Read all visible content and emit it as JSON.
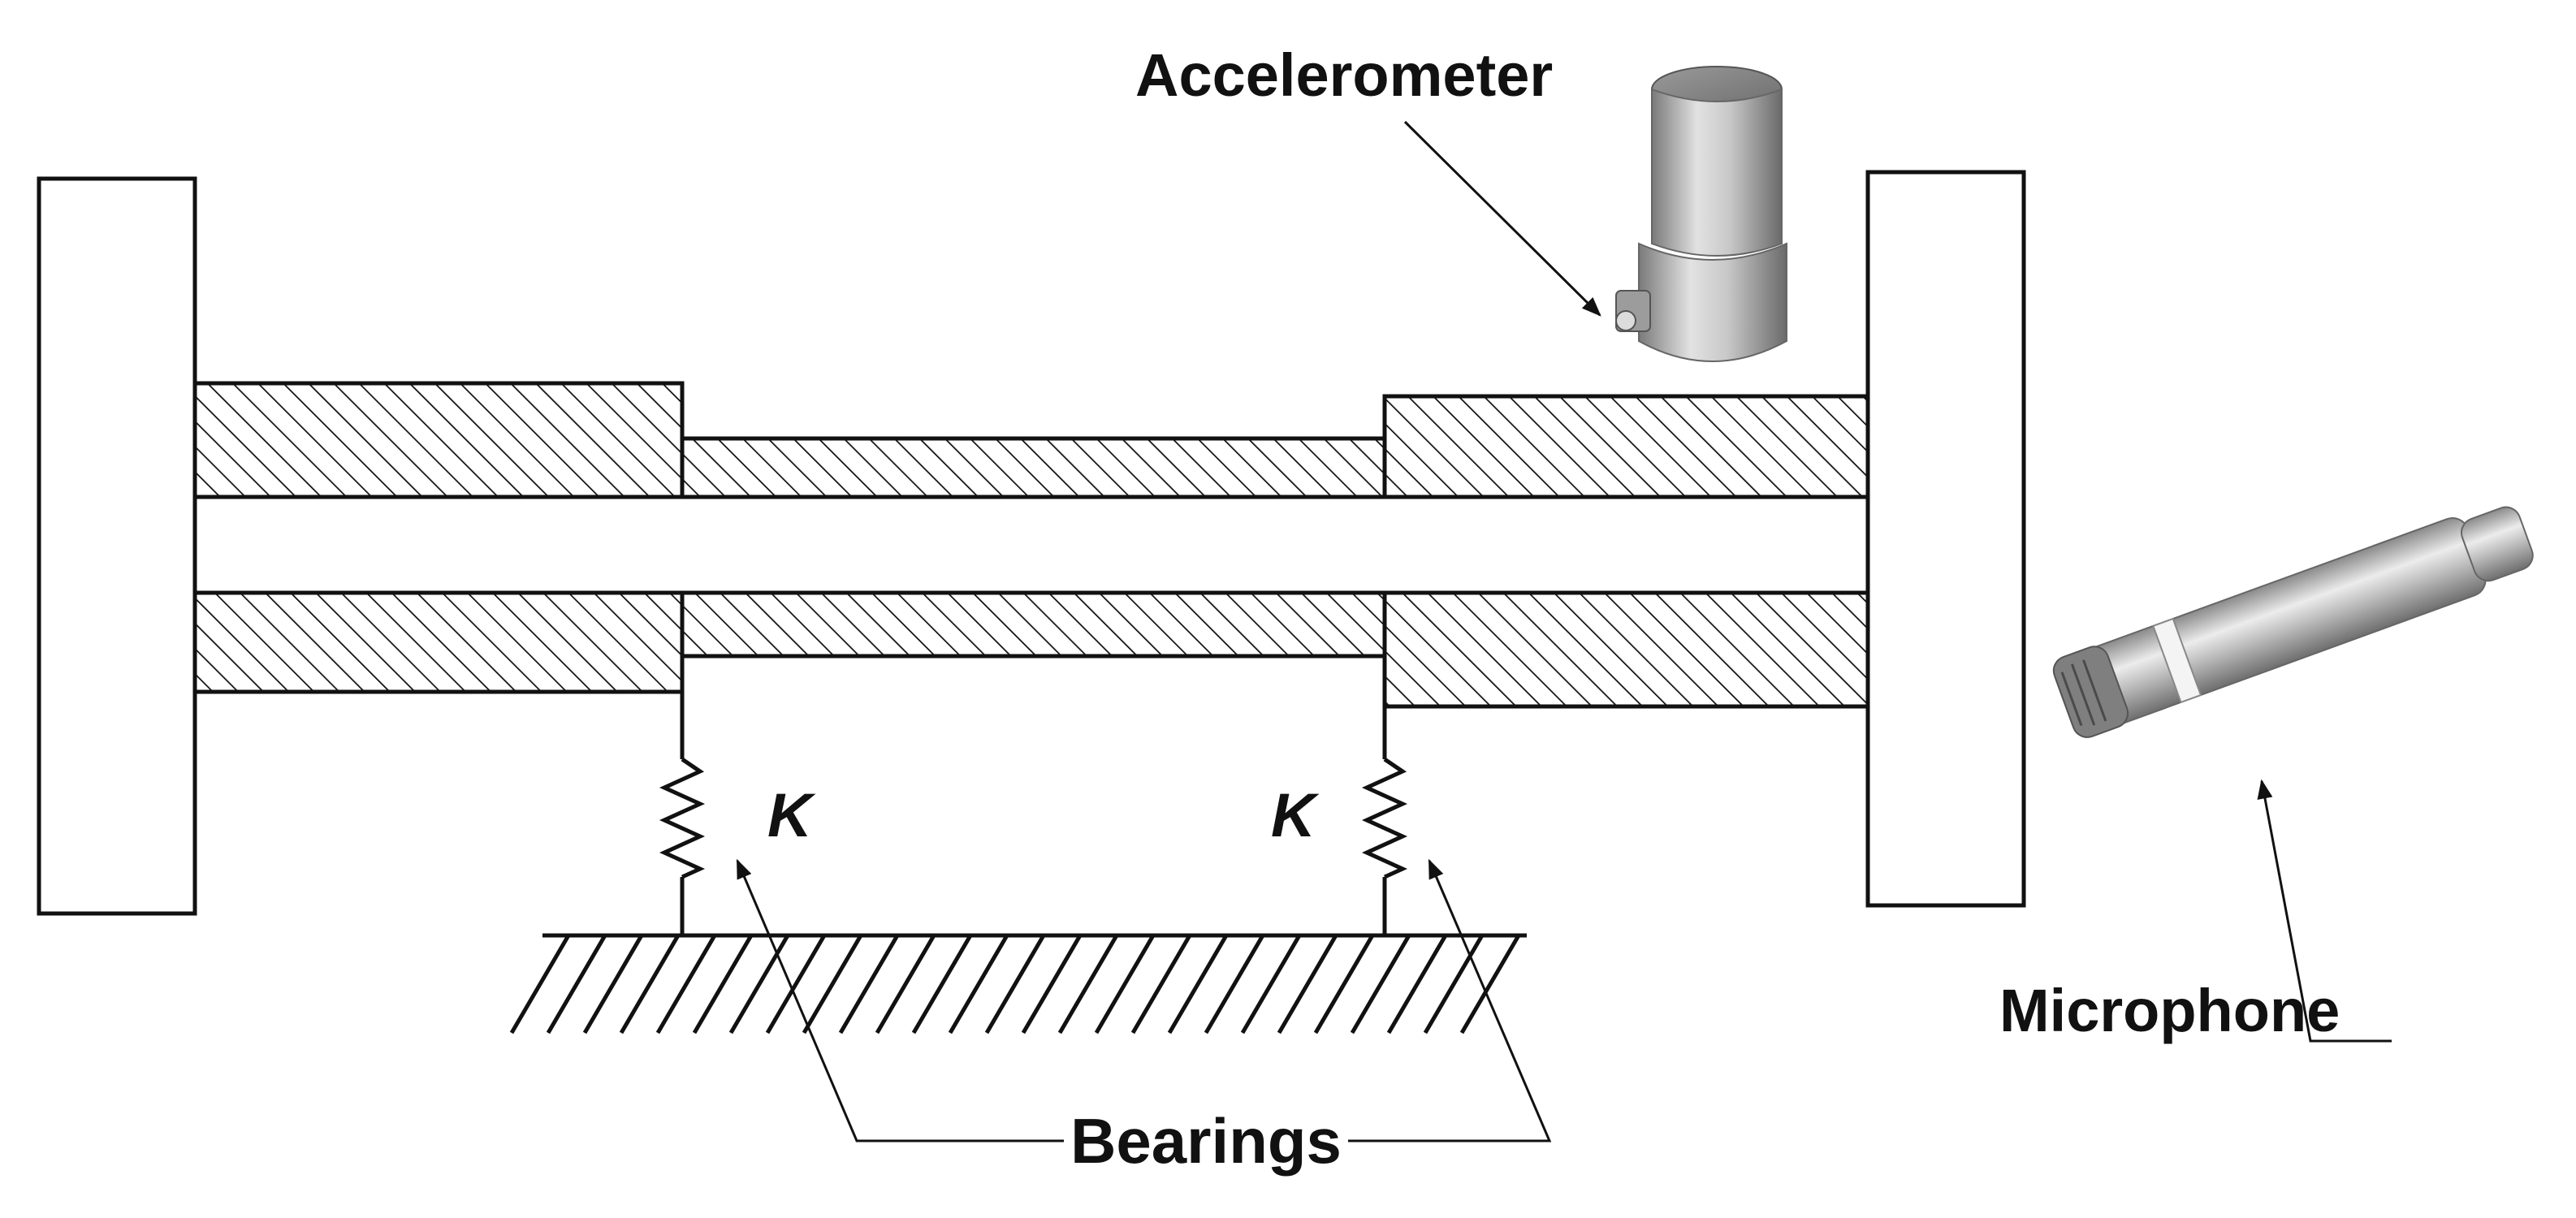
{
  "labels": {
    "accelerometer": "Accelerometer",
    "microphone": "Microphone",
    "bearings": "Bearings",
    "spring_left": "K",
    "spring_right": "K"
  },
  "colors": {
    "line": "#111111",
    "sensor_metal": "#b9b9b9",
    "sensor_dark": "#6f6f6f",
    "sensor_light": "#e6e6e6"
  },
  "icons": {
    "accelerometer": "accelerometer-sensor-icon",
    "microphone": "microphone-sensor-icon"
  }
}
